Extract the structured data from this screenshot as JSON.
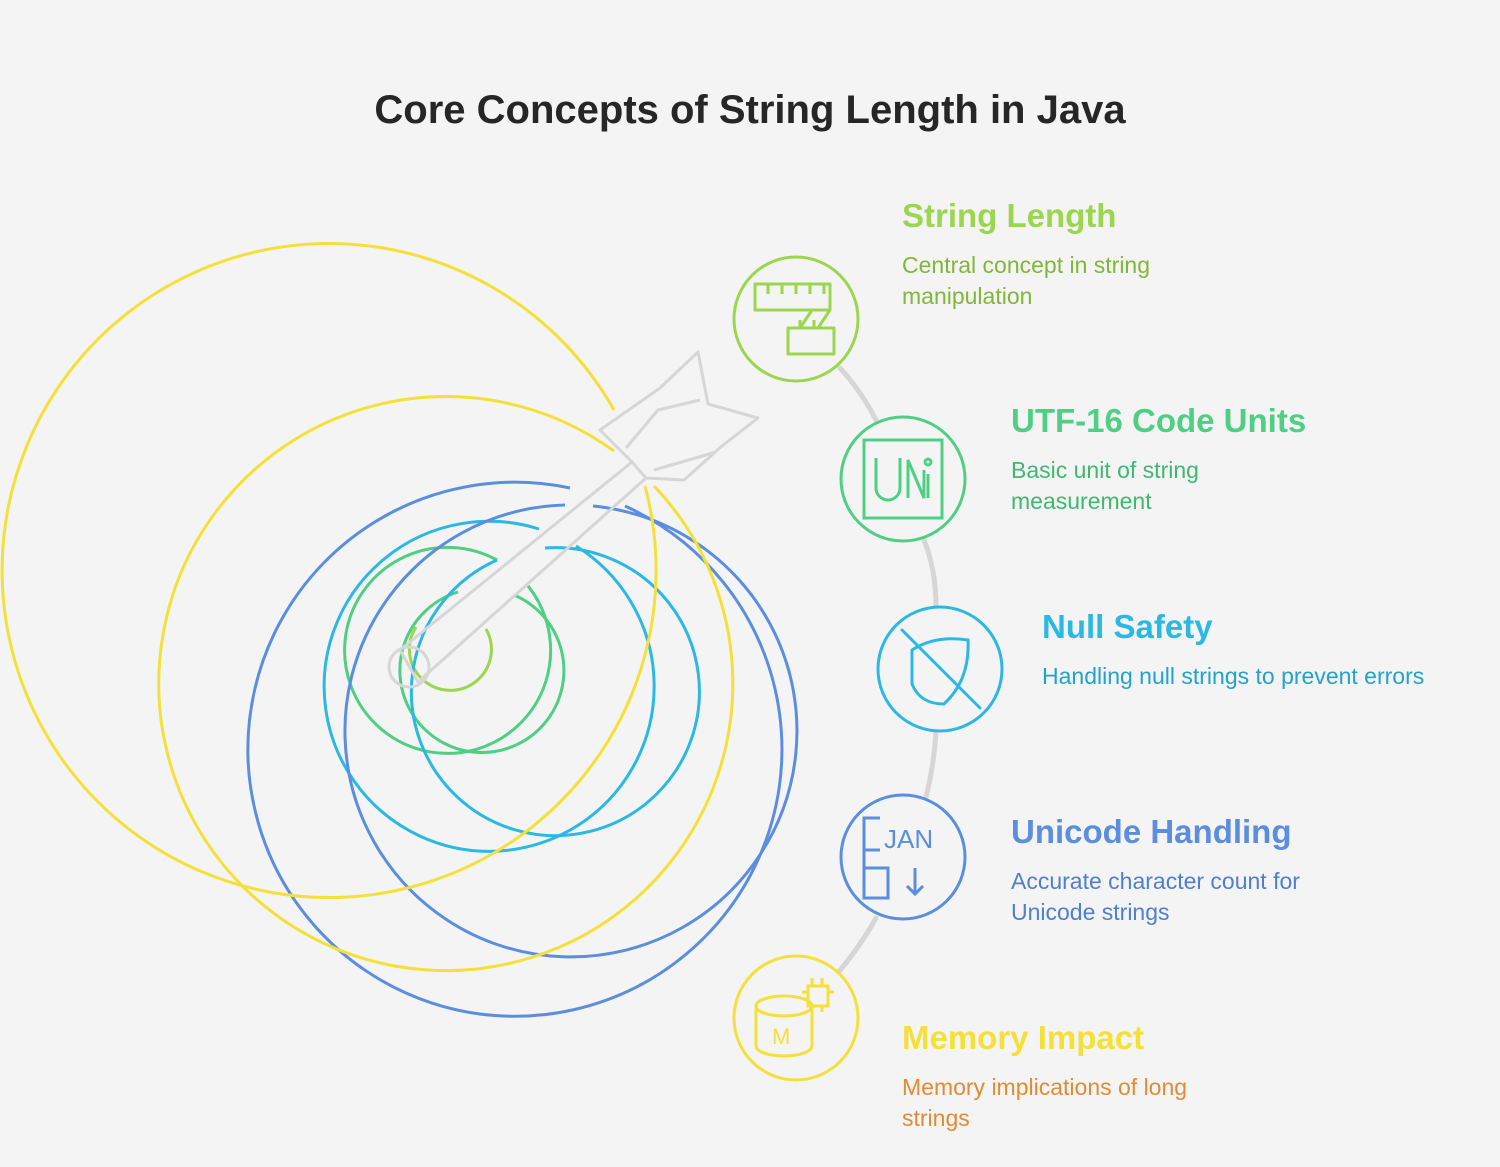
{
  "title": "Core Concepts of String Length in Java",
  "items": [
    {
      "heading": "String Length",
      "description": "Central concept in string manipulation",
      "color": "#9bd64e",
      "text_color": "#82b63a",
      "icon": "measuring-tape-icon"
    },
    {
      "heading": "UTF-16 Code Units",
      "description": "Basic unit of string measurement",
      "color": "#4fcf84",
      "text_color": "#3fb873",
      "icon": "unicode-icon"
    },
    {
      "heading": "Null Safety",
      "description": "Handling null strings to prevent errors",
      "color": "#2bb8e3",
      "text_color": "#23a3cb",
      "icon": "no-shield-icon"
    },
    {
      "heading": "Unicode Handling",
      "description": "Accurate character count for Unicode strings",
      "color": "#5b8ede",
      "text_color": "#4f7fcf",
      "icon": "calendar-sort-icon"
    },
    {
      "heading": "Memory Impact",
      "description": "Memory implications of long strings",
      "color": "#f5e03a",
      "text_color": "#e08c35",
      "icon": "database-chip-icon",
      "icon_letter": "M"
    }
  ],
  "target_ring_colors": [
    "#9bd64e",
    "#4fcf84",
    "#2bb8e3",
    "#5b8ede",
    "#f5e03a"
  ],
  "arrow_color": "#d6d6d6"
}
